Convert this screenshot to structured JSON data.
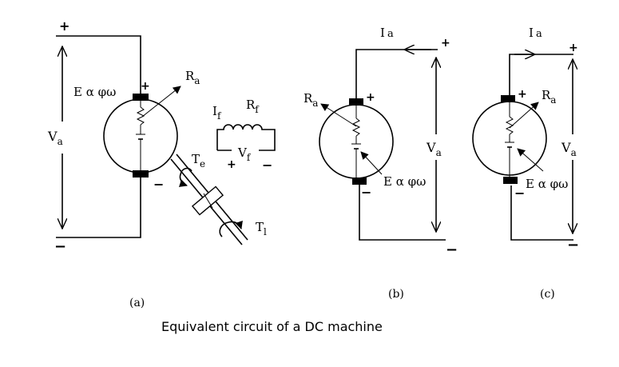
{
  "caption": "Equivalent circuit of a DC machine",
  "panel_a": {
    "label": "(a)",
    "terminal_plus": "+",
    "terminal_minus": "−",
    "v_main": "V",
    "v_sub": "a",
    "emf": "E α φω",
    "r_main": "R",
    "r_sub": "a",
    "brush_plus": "+",
    "brush_minus": "−",
    "if_main": "I",
    "if_sub": "f",
    "rf_main": "R",
    "rf_sub": "f",
    "vf_main": "V",
    "vf_sub": "f",
    "field_plus": "+",
    "field_minus": "−",
    "te_main": "T",
    "te_sub": "e",
    "tl_main": "T",
    "tl_sub": "l"
  },
  "panel_b": {
    "label": "(b)",
    "i_main": "I",
    "i_sub": "a",
    "terminal_plus": "+",
    "terminal_minus": "−",
    "v_main": "V",
    "v_sub": "a",
    "r_main": "R",
    "r_sub": "a",
    "emf": "E α φω",
    "brush_plus": "+",
    "brush_minus": "−"
  },
  "panel_c": {
    "label": "(c)",
    "i_main": "I",
    "i_sub": "a",
    "terminal_plus": "+",
    "terminal_minus": "−",
    "v_main": "V",
    "v_sub": "a",
    "r_main": "R",
    "r_sub": "a",
    "emf": "E α φω",
    "brush_plus": "+",
    "brush_minus": "−"
  }
}
